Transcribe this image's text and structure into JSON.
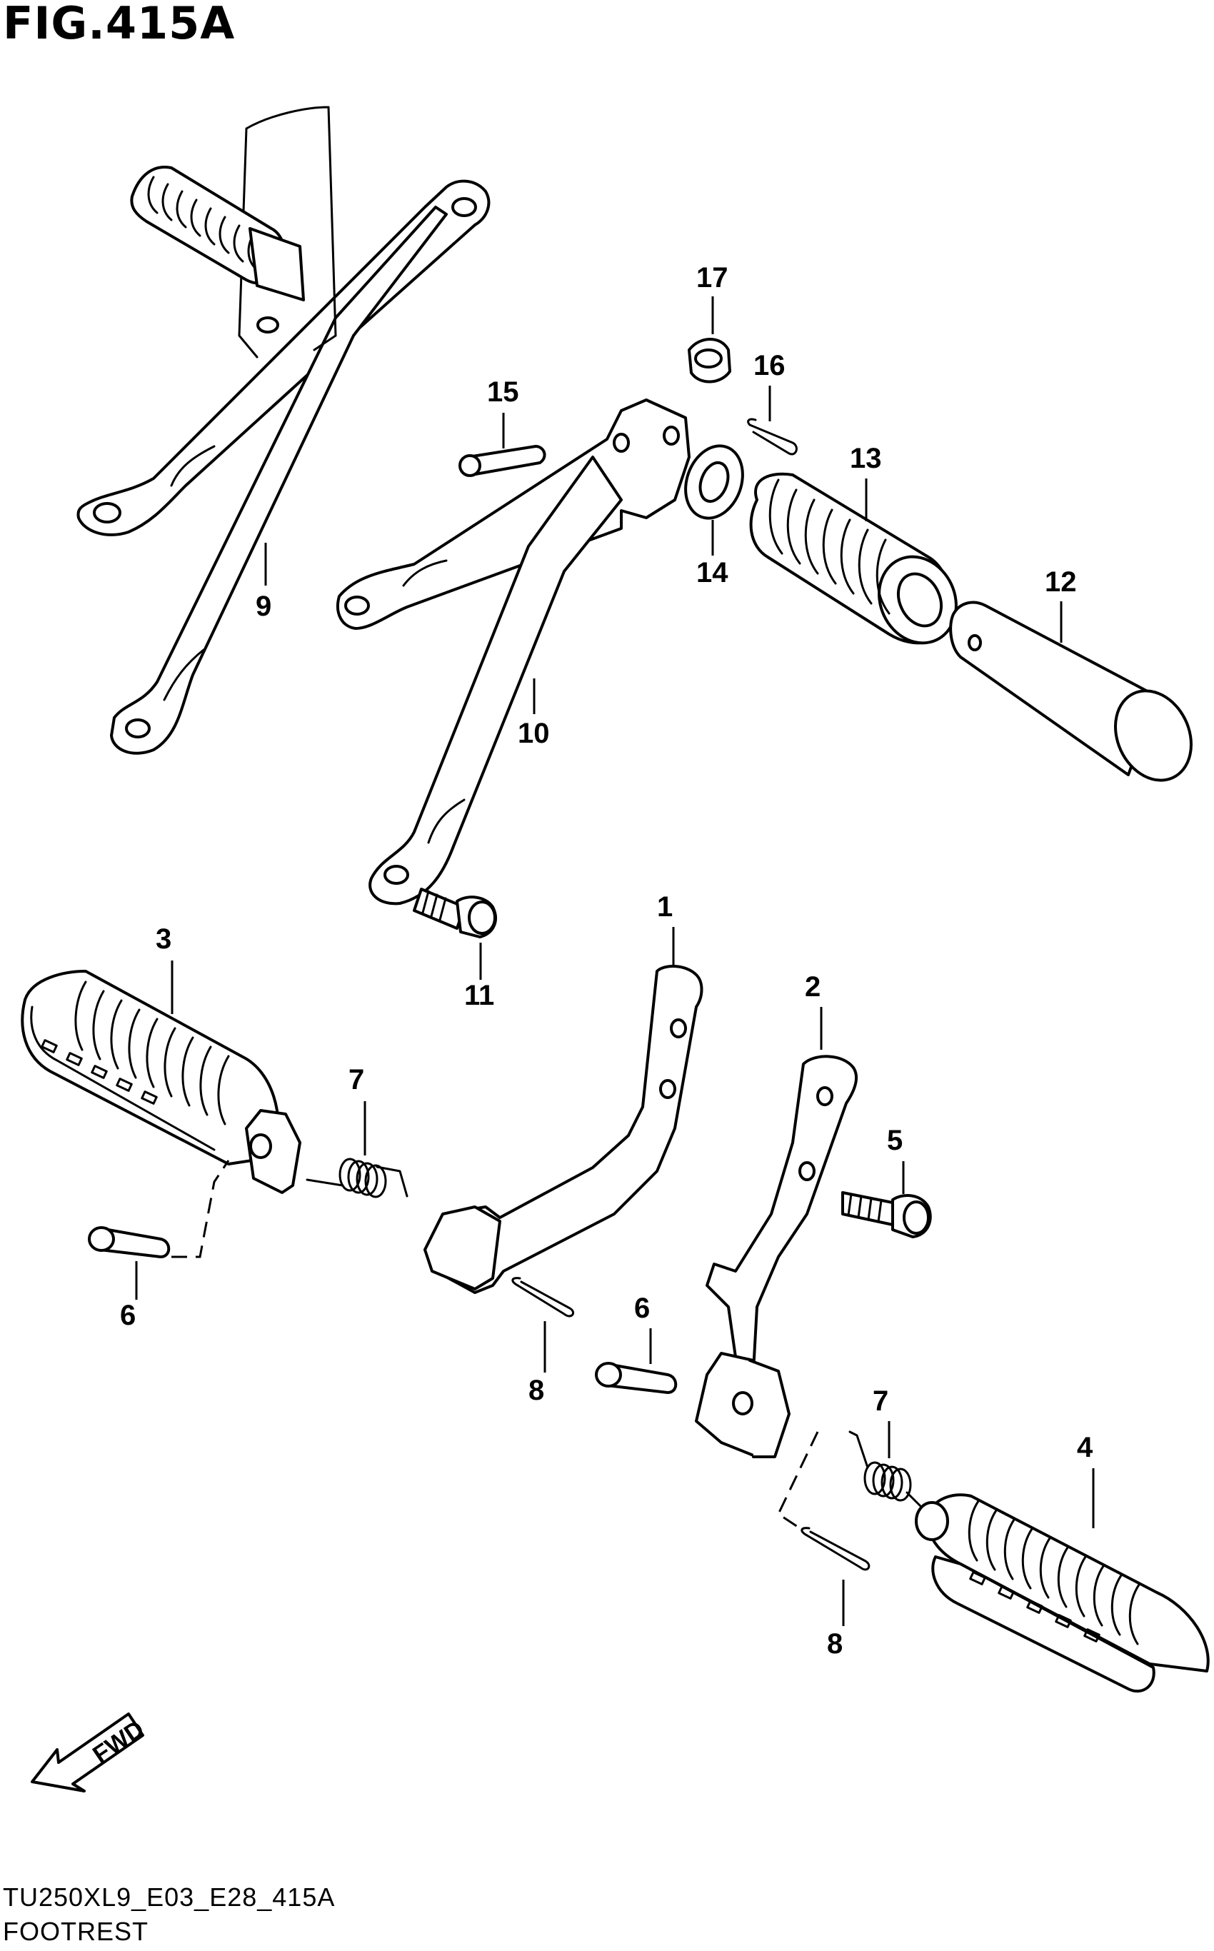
{
  "figure": {
    "title": "FIG.415A",
    "code": "TU250XL9_E03_E28_415A",
    "name": "FOOTREST",
    "direction_label": "FWD"
  },
  "callouts": {
    "c1": "1",
    "c2": "2",
    "c3": "3",
    "c4": "4",
    "c5": "5",
    "c6a": "6",
    "c6b": "6",
    "c7a": "7",
    "c7b": "7",
    "c8a": "8",
    "c8b": "8",
    "c9": "9",
    "c10": "10",
    "c11": "11",
    "c12": "12",
    "c13": "13",
    "c14": "14",
    "c15": "15",
    "c16": "16",
    "c17": "17"
  },
  "icons": {
    "direction_arrow": "fwd-arrow-icon"
  },
  "colors": {
    "line": "#000000",
    "background": "#ffffff"
  }
}
